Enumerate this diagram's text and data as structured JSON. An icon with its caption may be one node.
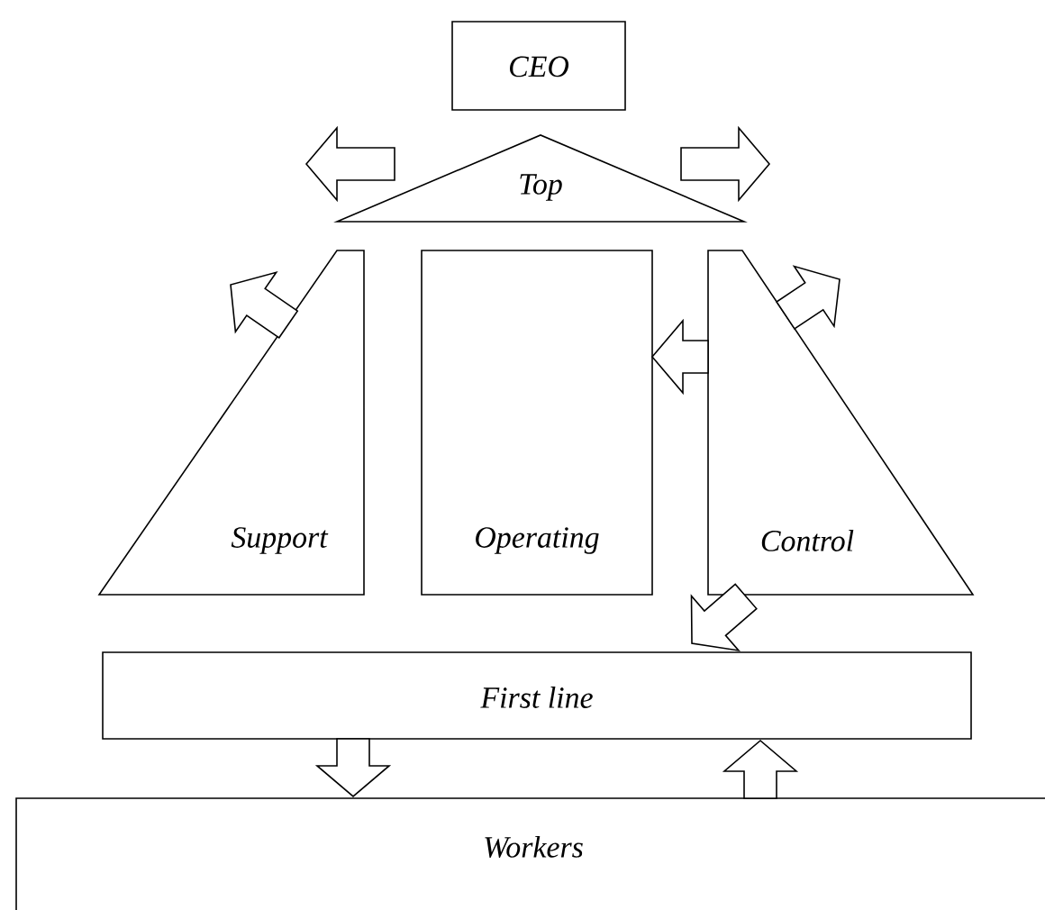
{
  "diagram": {
    "nodes": [
      {
        "text": [
          "CEO"
        ]
      },
      {
        "text": [
          "Top"
        ]
      },
      {
        "text": [
          "Support"
        ]
      },
      {
        "text": [
          "Operating"
        ]
      },
      {
        "text": [
          "Control"
        ]
      },
      {
        "text": [
          "First line"
        ]
      },
      {
        "text": [
          "Workers"
        ]
      }
    ],
    "edges": [
      {
        "from": 1,
        "to": null,
        "arrow": "to"
      },
      {
        "from": 1,
        "to": null,
        "arrow": "to"
      },
      {
        "from": 2,
        "to": null,
        "arrow": "to"
      },
      {
        "from": 4,
        "to": 3,
        "arrow": "to"
      },
      {
        "from": 4,
        "to": null,
        "arrow": "to"
      },
      {
        "from": 4,
        "to": 5,
        "arrow": "to"
      },
      {
        "from": 5,
        "to": 6,
        "arrow": "to"
      },
      {
        "from": 6,
        "to": 5,
        "arrow": "to"
      }
    ]
  }
}
